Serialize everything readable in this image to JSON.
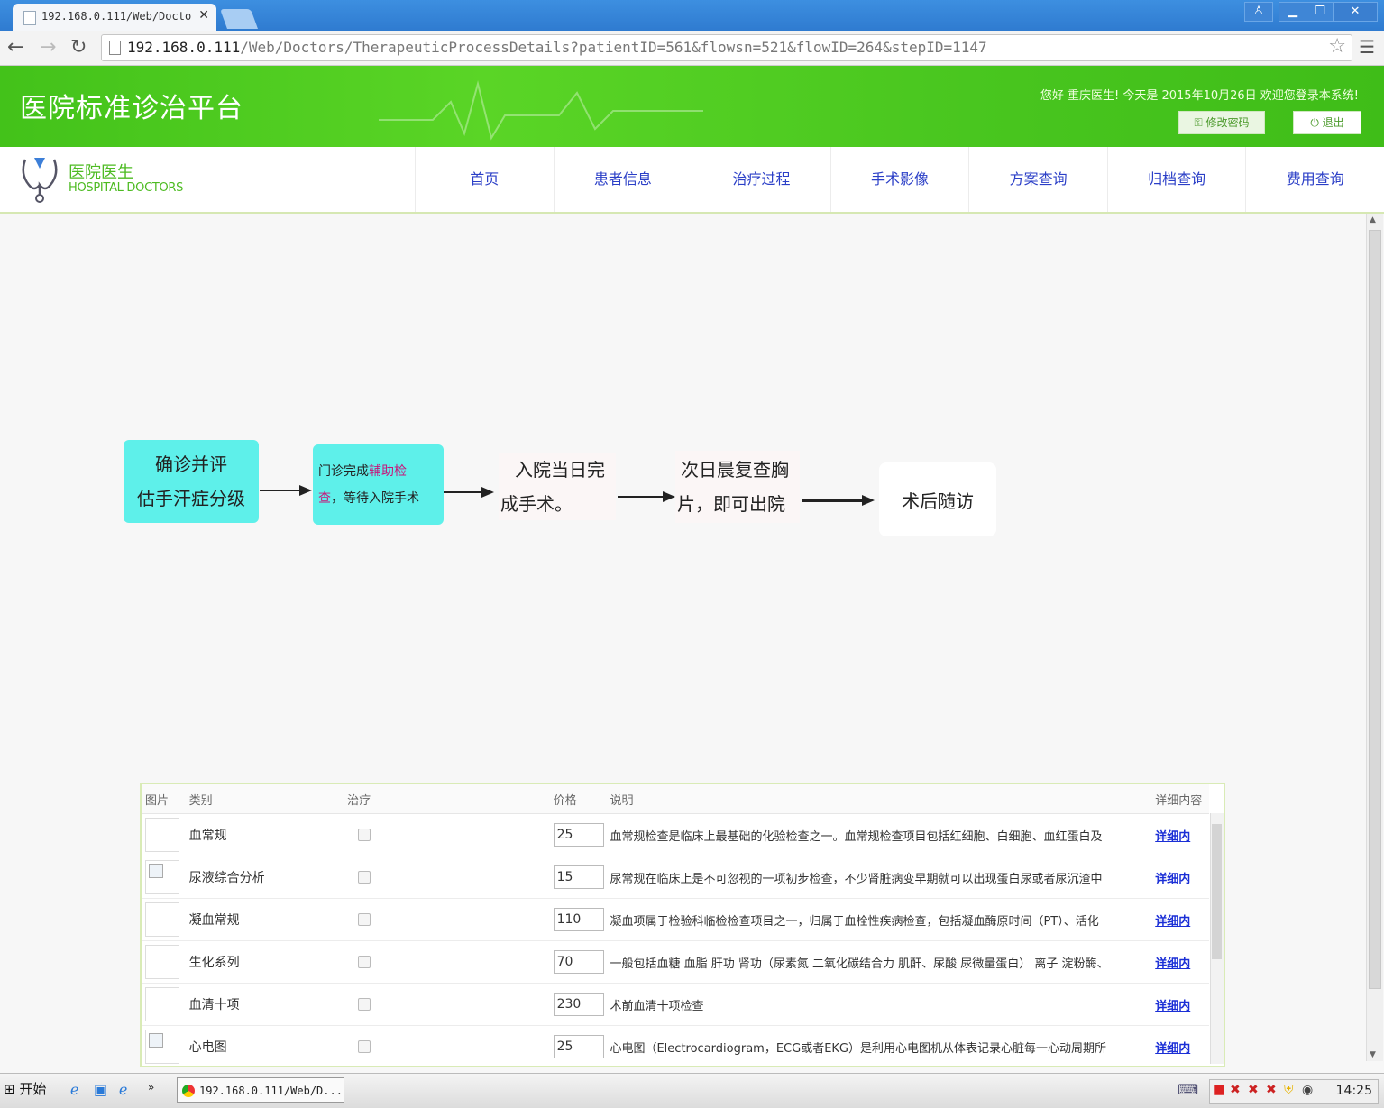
{
  "browser": {
    "tab_title": "192.168.0.111/Web/Docto",
    "url_host": "192.168.0.111",
    "url_path": "/Web/Doctors/TherapeuticProcessDetails?patientID=561&flowsn=521&flowID=264&stepID=1147"
  },
  "header": {
    "site_title": "医院标准诊治平台",
    "greeting": "您好 重庆医生! 今天是 2015年10月26日 欢迎您登录本系统!",
    "change_password": "修改密码",
    "logout": "退出"
  },
  "logo": {
    "cn": "医院医生",
    "en": "HOSPITAL DOCTORS"
  },
  "nav": {
    "items": [
      "首页",
      "患者信息",
      "治疗过程",
      "手术影像",
      "方案查询",
      "归档查询",
      "费用查询"
    ]
  },
  "flow": {
    "step1_line1": "确诊并评",
    "step1_line2": "估手汗症分级",
    "step2_part1": "门诊完成",
    "step2_highlight1": "辅助检",
    "step2_highlight2": "查",
    "step2_part2": "，等待入院手术",
    "step3_line1": "入院当日完",
    "step3_line2": "成手术。",
    "step4_line1": "次日晨复查胸",
    "step4_line2": "片，即可出院",
    "step5": "术后随访",
    "colors": {
      "active_box": "#5ef0ea",
      "highlight_text": "#c8157a"
    }
  },
  "table": {
    "headers": [
      "图片",
      "类别",
      "治疗",
      "价格",
      "说明",
      "详细内容"
    ],
    "rows": [
      {
        "image": "blank",
        "category": "血常规",
        "price": "25",
        "desc": "血常规检查是临床上最基础的化验检查之一。血常规检查项目包括红细胞、白细胞、血红蛋白及",
        "detail": "详细内"
      },
      {
        "image": "broken",
        "category": "尿液综合分析",
        "price": "15",
        "desc": "尿常规在临床上是不可忽视的一项初步检查，不少肾脏病变早期就可以出现蛋白尿或者尿沉渣中",
        "detail": "详细内"
      },
      {
        "image": "blank",
        "category": "凝血常规",
        "price": "110",
        "desc": "凝血项属于检验科临检检查项目之一，归属于血栓性疾病检查，包括凝血酶原时间（PT）、活化",
        "detail": "详细内"
      },
      {
        "image": "blank",
        "category": "生化系列",
        "price": "70",
        "desc": "一般包括血糖 血脂 肝功 肾功（尿素氮 二氧化碳结合力 肌酐、尿酸 尿微量蛋白） 离子 淀粉酶、",
        "detail": "详细内"
      },
      {
        "image": "blank",
        "category": "血清十项",
        "price": "230",
        "desc": "术前血清十项检查",
        "detail": "详细内"
      },
      {
        "image": "broken",
        "category": "心电图",
        "price": "25",
        "desc": "心电图（Electrocardiogram，ECG或者EKG）是利用心电图机从体表记录心脏每一心动周期所",
        "detail": "详细内"
      }
    ]
  },
  "taskbar": {
    "start": "开始",
    "task_title": "192.168.0.111/Web/D...",
    "clock": "14:25"
  }
}
